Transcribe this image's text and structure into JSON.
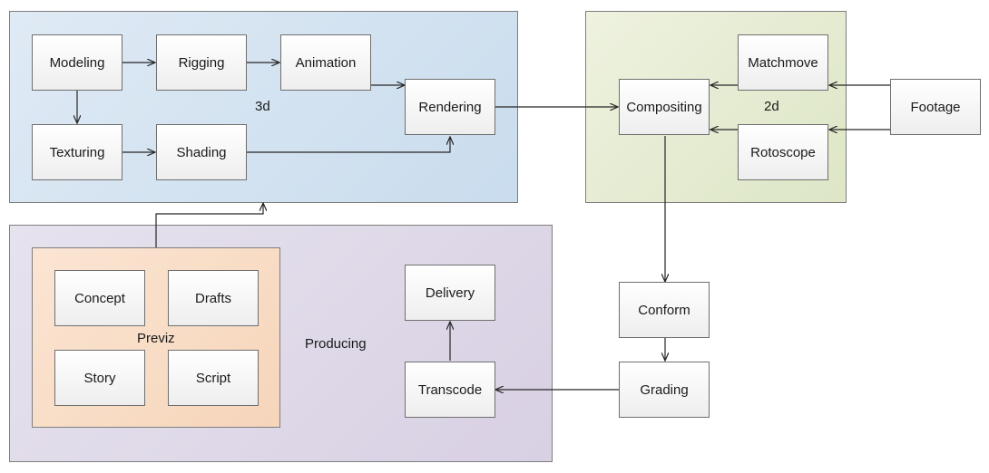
{
  "groups": {
    "three_d": "3d",
    "two_d": "2d",
    "producing": "Producing",
    "previz": "Previz"
  },
  "nodes": {
    "modeling": "Modeling",
    "rigging": "Rigging",
    "animation": "Animation",
    "texturing": "Texturing",
    "shading": "Shading",
    "rendering": "Rendering",
    "compositing": "Compositing",
    "matchmove": "Matchmove",
    "rotoscope": "Rotoscope",
    "footage": "Footage",
    "concept": "Concept",
    "drafts": "Drafts",
    "story": "Story",
    "script": "Script",
    "delivery": "Delivery",
    "transcode": "Transcode",
    "conform": "Conform",
    "grading": "Grading"
  },
  "edges": [
    {
      "from": "Modeling",
      "to": "Rigging"
    },
    {
      "from": "Rigging",
      "to": "Animation"
    },
    {
      "from": "Animation",
      "to": "Rendering"
    },
    {
      "from": "Modeling",
      "to": "Texturing"
    },
    {
      "from": "Texturing",
      "to": "Shading"
    },
    {
      "from": "Shading",
      "to": "Rendering"
    },
    {
      "from": "Rendering",
      "to": "Compositing"
    },
    {
      "from": "Footage",
      "to": "Matchmove"
    },
    {
      "from": "Footage",
      "to": "Rotoscope"
    },
    {
      "from": "Matchmove",
      "to": "Compositing"
    },
    {
      "from": "Rotoscope",
      "to": "Compositing"
    },
    {
      "from": "Compositing",
      "to": "Conform"
    },
    {
      "from": "Conform",
      "to": "Grading"
    },
    {
      "from": "Grading",
      "to": "Transcode"
    },
    {
      "from": "Transcode",
      "to": "Delivery"
    },
    {
      "from": "Previz",
      "to": "3d"
    }
  ]
}
